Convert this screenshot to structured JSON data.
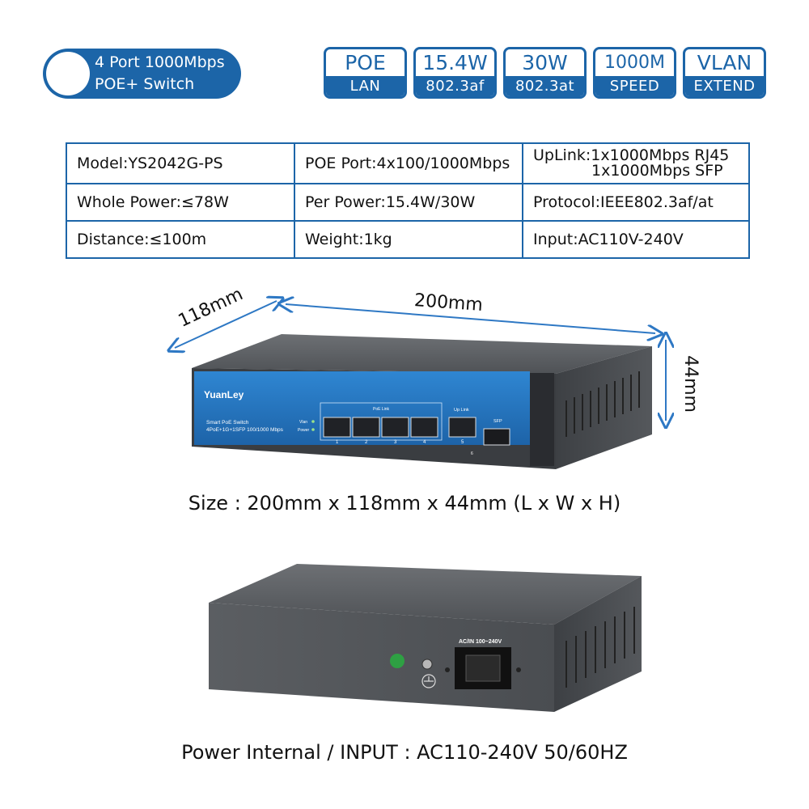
{
  "header": {
    "title_line1": "4 Port 1000Mbps",
    "title_line2": "POE+ Switch"
  },
  "badges": [
    {
      "top": "POE",
      "bottom": "LAN"
    },
    {
      "top": "15.4W",
      "bottom": "802.3af"
    },
    {
      "top": "30W",
      "bottom": "802.3at"
    },
    {
      "top": "1000M",
      "bottom": "SPEED"
    },
    {
      "top": "VLAN",
      "bottom": "EXTEND"
    }
  ],
  "spec_table": {
    "model": "Model:YS2042G-PS",
    "poe_port": "POE Port:4x100/1000Mbps",
    "uplink_line1": "UpLink:1x1000Mbps RJ45",
    "uplink_line2": "1x1000Mbps SFP",
    "whole_power": "Whole Power:≤78W",
    "per_power": "Per Power:15.4W/30W",
    "protocol": "Protocol:IEEE802.3af/at",
    "distance": "Distance:≤100m",
    "weight": "Weight:1kg",
    "input": "Input:AC110V-240V"
  },
  "dimensions": {
    "width": "118mm",
    "length": "200mm",
    "height": "44mm"
  },
  "front_device": {
    "brand": "YuanLey",
    "model_line1": "Smart PoE Switch",
    "model_line2": "4PoE+1G+1SFP 100/1000 Mbps",
    "led_vlan": "Vlan",
    "led_power": "Power",
    "poe_link_label": "PoE Link",
    "uplink_label": "Up Link",
    "sfp_label": "SFP",
    "port_numbers": [
      "1",
      "2",
      "3",
      "4",
      "5",
      "6"
    ]
  },
  "size_caption": "Size : 200mm x 118mm x 44mm (L x W x H)",
  "back_device": {
    "ac_label": "AC/IN 100~240V"
  },
  "power_caption": "Power Internal / INPUT : AC110-240V 50/60HZ"
}
